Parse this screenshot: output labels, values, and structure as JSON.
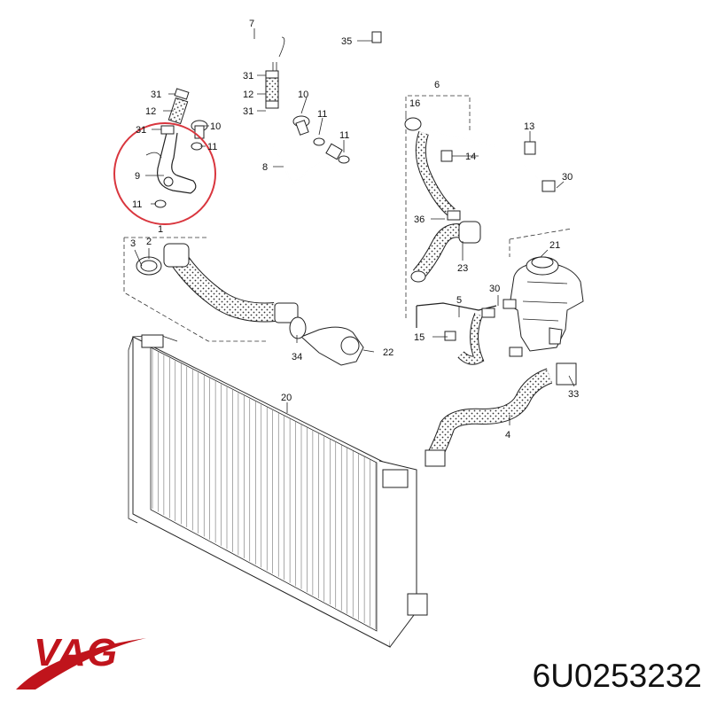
{
  "brand": {
    "name": "VAG",
    "color": "#c0141c"
  },
  "part_number": "6U0253232",
  "highlight_color": "#d9363e",
  "callouts": [
    {
      "id": "c7",
      "text": "7"
    },
    {
      "id": "c35",
      "text": "35"
    },
    {
      "id": "c31a",
      "text": "31"
    },
    {
      "id": "c31b",
      "text": "31"
    },
    {
      "id": "c31c",
      "text": "31"
    },
    {
      "id": "c31d",
      "text": "31"
    },
    {
      "id": "c12a",
      "text": "12"
    },
    {
      "id": "c12b",
      "text": "12"
    },
    {
      "id": "c10a",
      "text": "10"
    },
    {
      "id": "c10b",
      "text": "10"
    },
    {
      "id": "c11a",
      "text": "11"
    },
    {
      "id": "c11b",
      "text": "11"
    },
    {
      "id": "c11c",
      "text": "11"
    },
    {
      "id": "c11d",
      "text": "11"
    },
    {
      "id": "c9",
      "text": "9"
    },
    {
      "id": "c8",
      "text": "8"
    },
    {
      "id": "c6",
      "text": "6"
    },
    {
      "id": "c16",
      "text": "16"
    },
    {
      "id": "c13",
      "text": "13"
    },
    {
      "id": "c14",
      "text": "14"
    },
    {
      "id": "c30a",
      "text": "30"
    },
    {
      "id": "c30b",
      "text": "30"
    },
    {
      "id": "c36",
      "text": "36"
    },
    {
      "id": "c21",
      "text": "21"
    },
    {
      "id": "c23",
      "text": "23"
    },
    {
      "id": "c5",
      "text": "5"
    },
    {
      "id": "c15",
      "text": "15"
    },
    {
      "id": "c3",
      "text": "3"
    },
    {
      "id": "c2",
      "text": "2"
    },
    {
      "id": "c1",
      "text": "1"
    },
    {
      "id": "c34",
      "text": "34"
    },
    {
      "id": "c22",
      "text": "22"
    },
    {
      "id": "c20",
      "text": "20"
    },
    {
      "id": "c33",
      "text": "33"
    },
    {
      "id": "c4",
      "text": "4"
    }
  ]
}
